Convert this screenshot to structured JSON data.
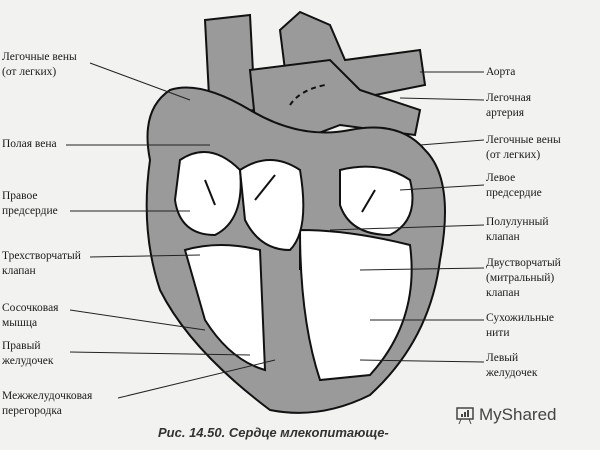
{
  "labels_left": [
    {
      "line1": "Легочные вены",
      "line2": "(от легких)"
    },
    {
      "line1": "Полая вена"
    },
    {
      "line1": "Правое",
      "line2": "предсердие"
    },
    {
      "line1": "Трехстворчатый",
      "line2": "клапан"
    },
    {
      "line1": "Сосочковая",
      "line2": "мышца"
    },
    {
      "line1": "Правый",
      "line2": "желудочек"
    },
    {
      "line1": "Межжелудочковая",
      "line2": "перегородка"
    }
  ],
  "labels_right": [
    {
      "line1": "Аорта"
    },
    {
      "line1": "Легочная",
      "line2": "артерия"
    },
    {
      "line1": "Легочные вены",
      "line2": "(от легких)"
    },
    {
      "line1": "Левое",
      "line2": "предсердие"
    },
    {
      "line1": "Полулунный",
      "line2": "клапан"
    },
    {
      "line1": "Двустворчатый",
      "line2": "(митральный)",
      "line3": "клапан"
    },
    {
      "line1": "Сухожильные",
      "line2": "нити"
    },
    {
      "line1": "Левый",
      "line2": "желудочек"
    }
  ],
  "caption": "Рис. 14.50.  Сердце млекопитающе-",
  "watermark": "MyShared",
  "colors": {
    "tissue": "#9a9a9a",
    "chamber": "#ffffff",
    "outline": "#111111"
  }
}
